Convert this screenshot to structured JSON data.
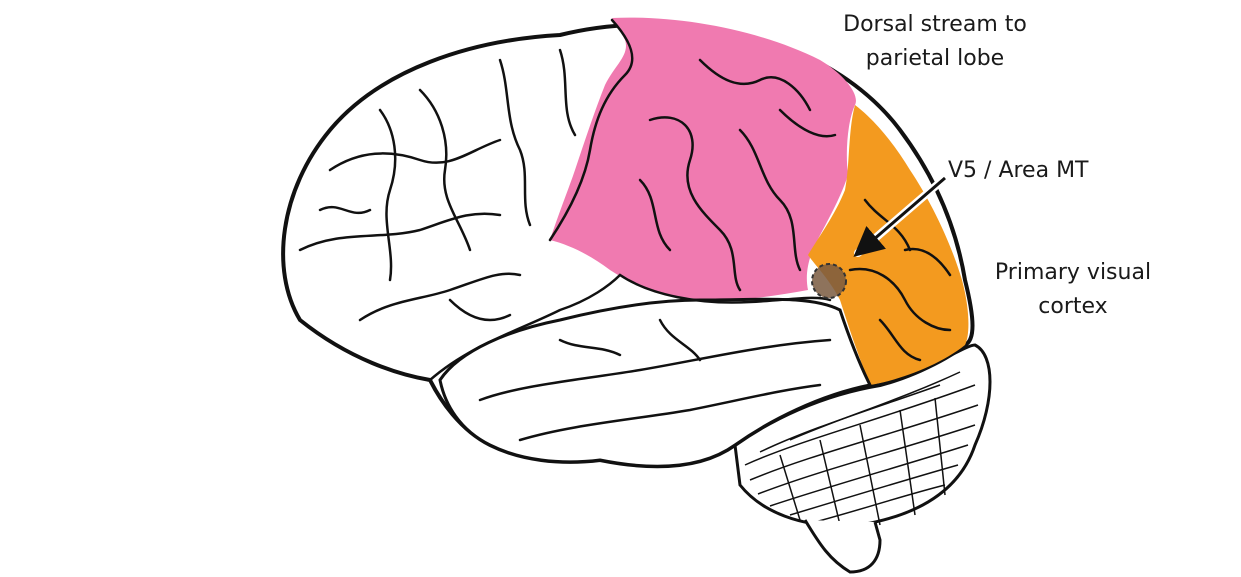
{
  "labels": {
    "dorsal_stream": [
      "Dorsal stream to",
      "parietal lobe"
    ],
    "v5": "V5 / Area MT",
    "primary_visual": [
      "Primary visual",
      "cortex"
    ]
  },
  "colors": {
    "parietal": "#f07ab0",
    "occipital": "#f39a1f",
    "v5_marker": "#7a5a40",
    "outline": "#111111",
    "background": "#ffffff"
  }
}
